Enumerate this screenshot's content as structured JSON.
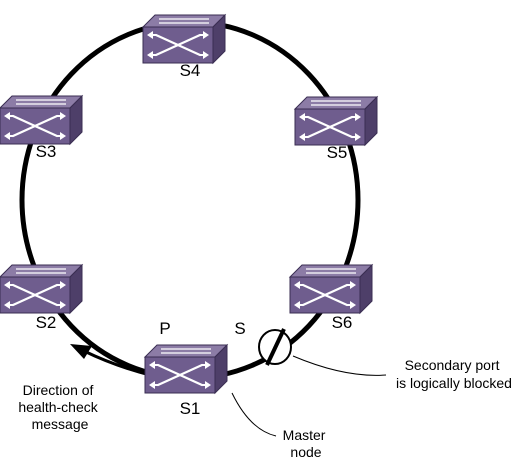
{
  "colors": {
    "switch_top": "#8c7ca6",
    "switch_front": "#6f5d8e",
    "switch_side": "#4e3f69",
    "switch_edge": "#3a2d52",
    "ring": "#000000",
    "background": "#ffffff"
  },
  "nodes": [
    {
      "id": "S4",
      "label": "S4"
    },
    {
      "id": "S3",
      "label": "S3"
    },
    {
      "id": "S5",
      "label": "S5"
    },
    {
      "id": "S2",
      "label": "S2"
    },
    {
      "id": "S6",
      "label": "S6"
    },
    {
      "id": "S1",
      "label": "S1"
    }
  ],
  "ports": {
    "primary": "P",
    "secondary": "S"
  },
  "annotations": {
    "direction": [
      "Direction of",
      "health-check",
      "message"
    ],
    "blocked": [
      "Secondary port",
      "is logically blocked"
    ],
    "master": [
      "Master",
      "node"
    ]
  }
}
